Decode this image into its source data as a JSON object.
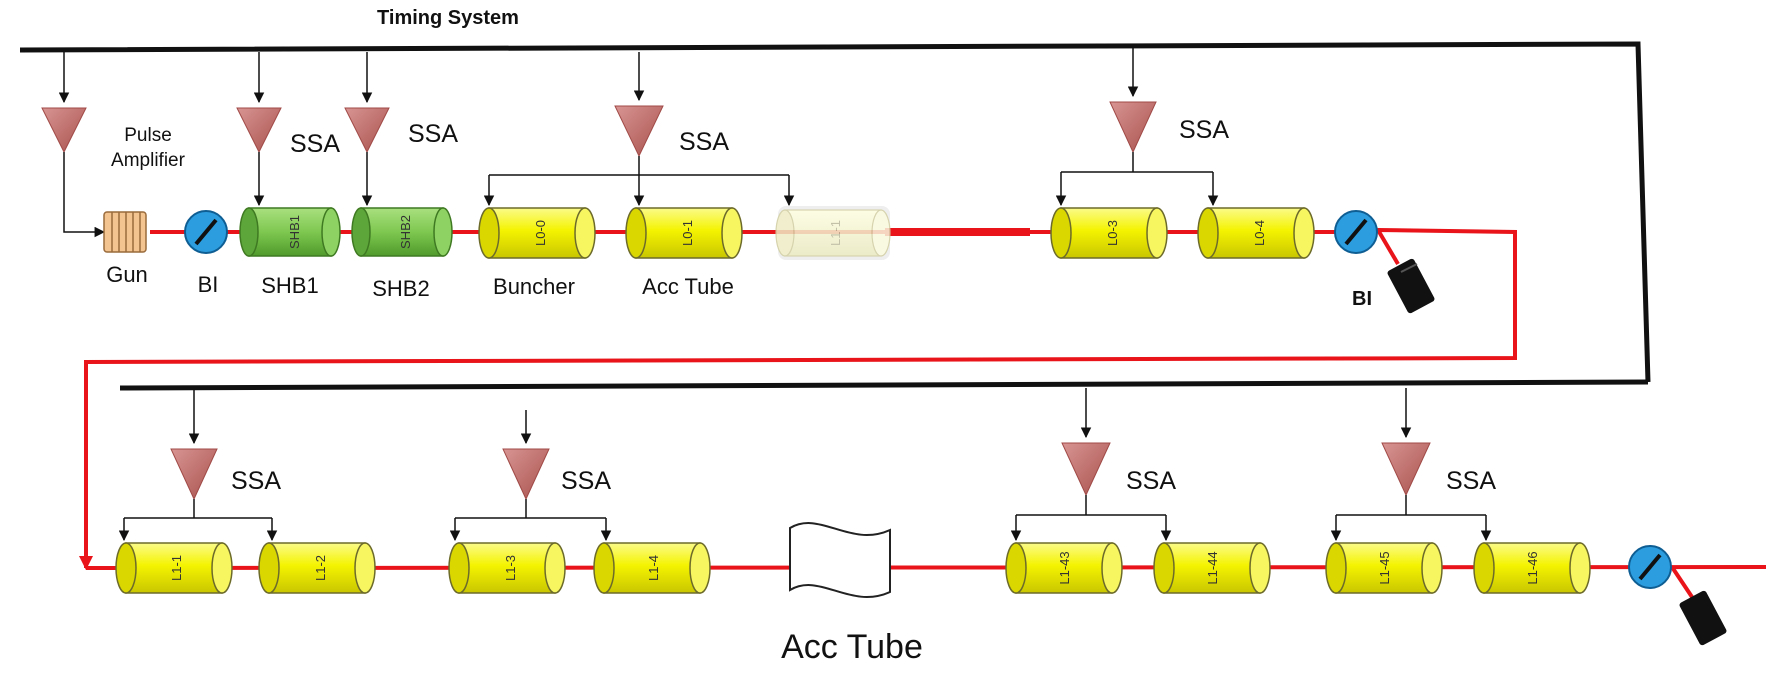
{
  "title": "Timing System",
  "colors": {
    "beam": "#e8141a",
    "timing": "#111111",
    "cavity_fill": "#f4f300",
    "cavity_stroke": "#6d6b2a",
    "buncher_fill": "#7ec850",
    "amplifier": "#c97a78",
    "monitor": "#2c9ee0"
  },
  "labels": {
    "pulse_amplifier_line1": "Pulse",
    "pulse_amplifier_line2": "Amplifier",
    "ssa": "SSA",
    "gun": "Gun",
    "bi": "BI",
    "shb1": "SHB1",
    "shb2": "SHB2",
    "buncher": "Buncher",
    "acc_tube": "Acc Tube"
  },
  "cavities": {
    "shb1": "SHB1",
    "shb2": "SHB2",
    "l0_0": "L0-0",
    "l0_1": "L0-1",
    "l1_1_faded": "L1-1",
    "l0_3": "L0-3",
    "l0_4": "L0-4",
    "l1_1": "L1-1",
    "l1_2": "L1-2",
    "l1_3": "L1-3",
    "l1_4": "L1-4",
    "l1_43": "L1-43",
    "l1_44": "L1-44",
    "l1_45": "L1-45",
    "l1_46": "L1-46"
  }
}
